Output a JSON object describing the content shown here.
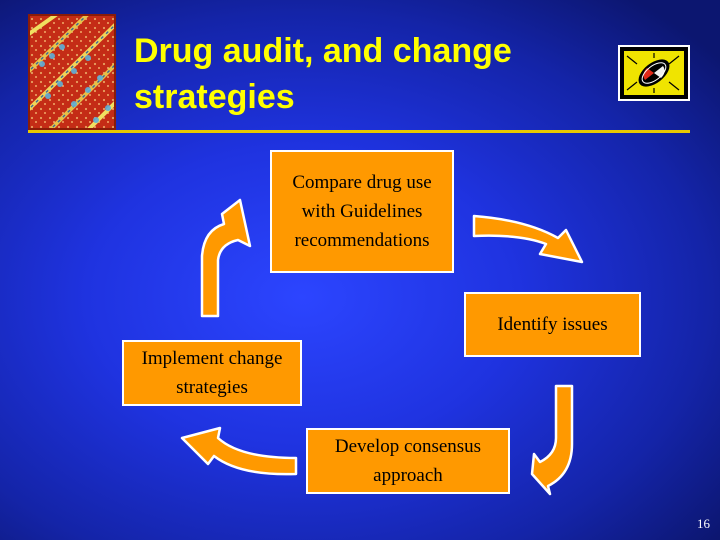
{
  "slide": {
    "title": "Drug audit, and change strategies",
    "page_number": "16",
    "colors": {
      "background": "#1f33e0",
      "title": "#ffff00",
      "box": "#ff9900",
      "rule": "#e8c800"
    }
  },
  "icons": {
    "left": "bacteria-image-icon",
    "right": "pill-capsule-icon"
  },
  "cycle": {
    "compare": "Compare drug use with Guidelines recommendations",
    "identify": "Identify issues",
    "develop": "Develop consensus approach",
    "implement": "Implement change strategies"
  }
}
